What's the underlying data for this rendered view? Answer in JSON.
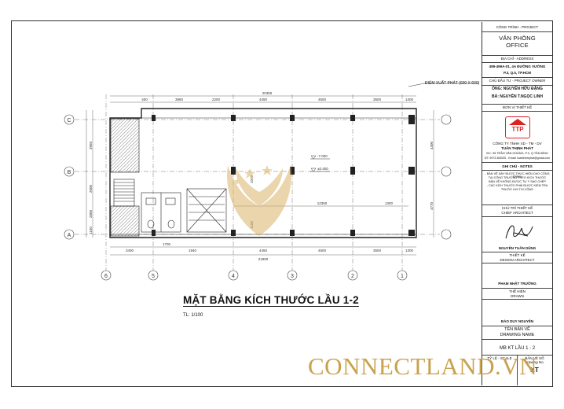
{
  "drawing": {
    "title": "MẶT BẰNG KÍCH THƯỚC LẦU 1-2",
    "scale": "TL: 1/100",
    "annotation": "ĐIỂM XUẤT PHÁT (600 X 600)",
    "grid_letters": [
      "C",
      "B",
      "A"
    ],
    "grid_numbers": [
      "6",
      "5",
      "4",
      "3",
      "2",
      "1"
    ],
    "top_dims": [
      "400",
      "3960",
      "2200",
      "4450",
      "4500",
      "3500",
      "1400"
    ],
    "top_total": "20350",
    "bottom_dims": [
      "3400",
      "1700",
      "1940",
      "4450",
      "4500",
      "3500",
      "1300"
    ],
    "bottom_total": "21900",
    "left_dims": [
      "3950",
      "2600",
      "2800",
      "1150"
    ],
    "right_dims": [
      "4300",
      "4770"
    ],
    "inner_dims": [
      "12350",
      "1300",
      "1070",
      "1150"
    ],
    "levels": [
      "-7.000",
      "±0.400"
    ]
  },
  "title_block": {
    "project_label": "CÔNG TRÌNH - PROJECT",
    "project_name_1": "VĂN PHÒNG",
    "project_name_2": "OFFICE",
    "address_label": "ĐỊA CHỈ - ADDRESS",
    "address_1": "499-499A-01, 4A ĐƯỜNG VƯỜNG",
    "address_2": "P.3, Q.5, TP.HCM",
    "owner_label": "CHỦ ĐẦU TƯ - PROJECT OWNER",
    "owner_1": "ÔNG: NGUYỄN HỮU ĐẶNG",
    "owner_2": "BÀ: NGUYỄN T.NGỌC LINH",
    "designer_label": "ĐƠN VỊ THIẾT KẾ",
    "company_1": "CÔNG TY TNHH XD - TM - DV",
    "company_2": "TUẤN THỊNH PHÁT",
    "company_3": "ĐC: 35 TRẦN VĂN HOÀNG, P.9, Q.TÂN BÌNH",
    "company_4": "ĐT: 0973.363000 - Email: tuanthinhphat@gmail.com",
    "notes_label": "GHI CHÚ - NOTES",
    "notes_1": "- BẢN VẼ NÀY ĐƯỢC THỰC HIỆN CHO CÔNG TRÌNH",
    "notes_2": "TẠI CÔNG TRƯỜNG THEO KÍCH THƯỚC",
    "notes_3": "BẢN VẼ KHÔNG ĐƯỢC TỰ Ý SAO CHÉP",
    "notes_4": "- CÁC KÍCH THƯỚC PHẢI ĐƯỢC KIỂM TRA",
    "notes_5": "TRƯỚC KHI THI CÔNG",
    "chief_label": "CHỦ TRÌ THIẾT KẾ",
    "chief_label_en": "CHIEF ARCHITECT",
    "chief_name": "NGUYỄN TUẤN DŨNG",
    "design_label": "THIẾT KẾ",
    "design_label_en": "DESIGN ARCHITECT",
    "drafter_name": "PHẠM NHẬT TRƯỜNG",
    "drafter_label": "THỂ HIỆN",
    "drafter_label_en": "DRAWN",
    "checker_name": "ĐÀO DUY NGUYÊN",
    "drawing_name_label": "TÊN BẢN VẼ",
    "drawing_name_label_en": "DRAWING NAME",
    "drawing_name": "MB KT LẦU 1 - 2",
    "scale_label": "TỶ LỆ - SCALE",
    "drawing_no_label": "BẢN VẼ SỐ",
    "drawing_no_en": "Drawing No.",
    "drawing_no": "KT",
    "logo_text": "TTP"
  },
  "watermark": {
    "text": "CONNECTLAND.VN",
    "color": "#c9a24e"
  }
}
